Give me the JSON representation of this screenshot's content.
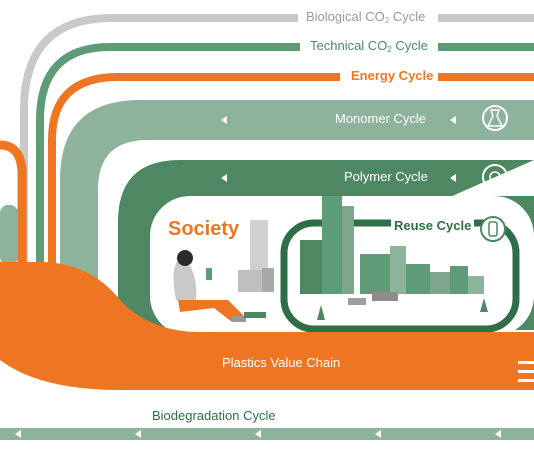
{
  "cycles": {
    "biological": {
      "label_main": "Biological CO",
      "label_sub": "2",
      "label_tail": " Cycle",
      "color": "#c9c9c9"
    },
    "technical": {
      "label_main": "Technical CO",
      "label_sub": "2",
      "label_tail": " Cycle",
      "color": "#5e9c78"
    },
    "energy": {
      "label": "Energy Cycle",
      "color": "#ee7623"
    },
    "monomer": {
      "label": "Monomer Cycle",
      "color": "#8db39c"
    },
    "polymer": {
      "label": "Polymer Cycle",
      "color": "#4d8863"
    },
    "reuse": {
      "label": "Reuse Cycle",
      "color": "#2f6e47"
    },
    "value_chain": {
      "label": "Plastics Value Chain",
      "color": "#ee7623"
    },
    "biodegradation": {
      "label": "Biodegradation Cycle",
      "color": "#8db39c"
    }
  },
  "society": {
    "label": "Society",
    "color": "#ee7623"
  },
  "icons": [
    "lab-flask-icon",
    "polymer-cycle-icon",
    "reuse-bottle-icon",
    "person-reading-icon",
    "city-skyline-icon"
  ]
}
